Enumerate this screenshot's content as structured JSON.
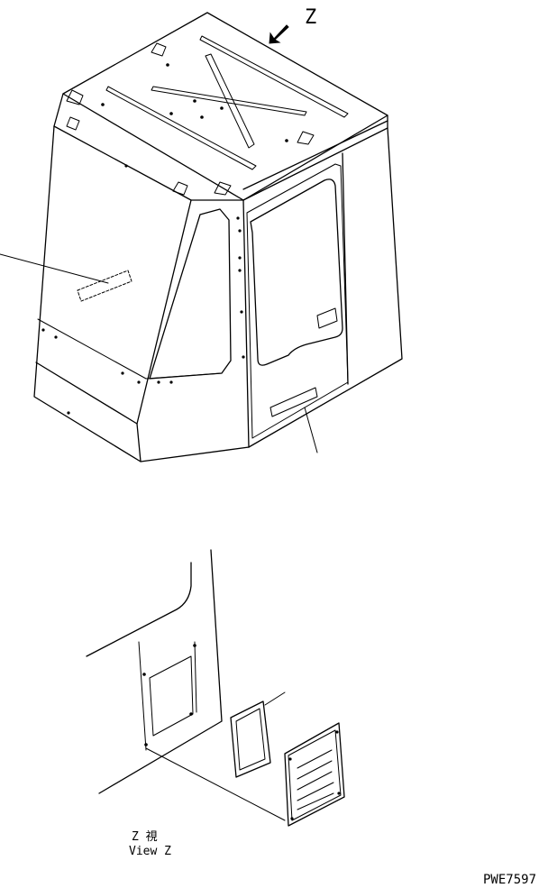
{
  "view_arrow": {
    "label": "Z"
  },
  "view_caption": {
    "japanese": "Z 視",
    "english": "View Z"
  },
  "drawing_number": "PWE7597"
}
